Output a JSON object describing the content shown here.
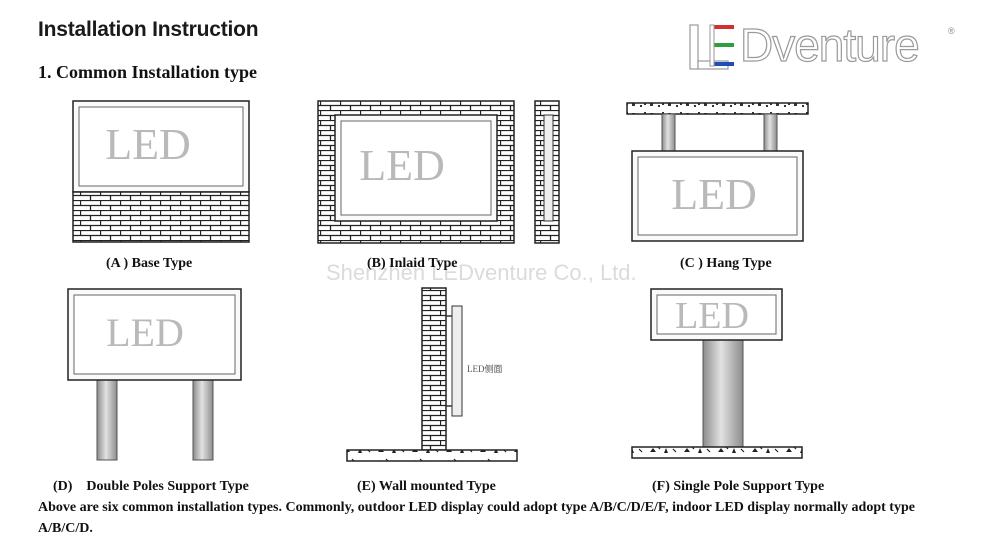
{
  "header": {
    "title": "Installation Instruction",
    "section_title": "1. Common Installation type"
  },
  "logo": {
    "text": "LEDventure",
    "letters_rendered_as_image": "LEDventure",
    "stripe_colors": [
      "#d32f2f",
      "#2e9e3e",
      "#1e4fb8"
    ]
  },
  "watermark": "Shenzhen LEDventure Co., Ltd.",
  "diagrams": {
    "screen_label": "LED",
    "side_label": "LED侧面"
  },
  "captions": {
    "a": "(A ) Base Type",
    "b": "(B) Inlaid Type",
    "c": "(C ) Hang Type",
    "d": "(D)    Double Poles Support Type",
    "e": "(E) Wall mounted Type",
    "f": "(F) Single Pole Support Type"
  },
  "paragraph": "Above are six common installation types. Commonly, outdoor LED display could adopt type A/B/C/D/E/F, indoor LED display normally adopt type A/B/C/D."
}
